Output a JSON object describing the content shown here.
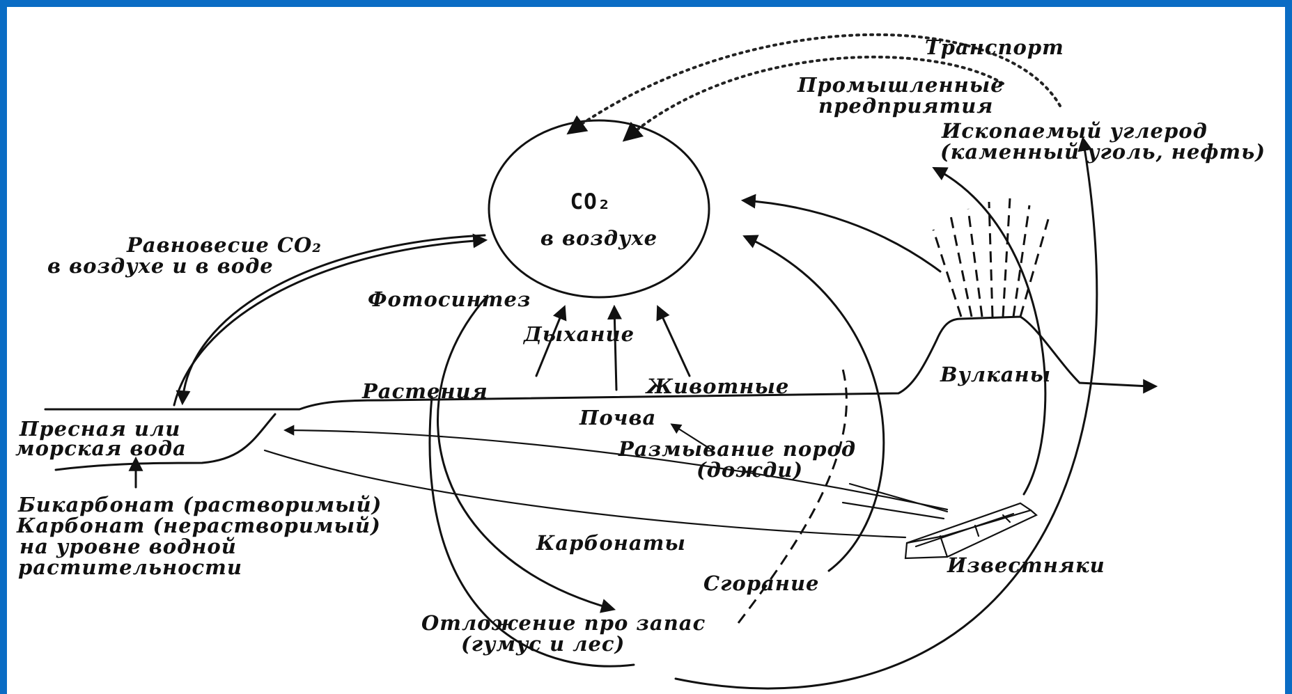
{
  "colors": {
    "frame": "#0a6cc4",
    "background": "#ffffff",
    "ink": "#111111"
  },
  "labels": {
    "transport": "Транспорт",
    "industry_1": "Промышленные",
    "industry_2": "предприятия",
    "fossil_1": "Ископаемый углерод",
    "fossil_2": "(каменный уголь, нефть)",
    "co2_center_1": "CO₂",
    "co2_center_2": "в воздухе",
    "balance_1": "Равновесие CO₂",
    "balance_2": "в воздухе и в воде",
    "photosynthesis": "Фотосинтез",
    "respiration": "Дыхание",
    "plants": "Растения",
    "animals": "Животные",
    "volcanoes": "Вулканы",
    "soil": "Почва",
    "water_1": "Пресная или",
    "water_2": "морская вода",
    "erosion_1": "Размывание пород",
    "erosion_2": "(дожди)",
    "bicarb_1": "Бикарбонат (растворимый)",
    "bicarb_2": "Карбонат (нерастворимый)",
    "bicarb_3": "на уровне водной",
    "bicarb_4": "растительности",
    "carbonates": "Карбонаты",
    "limestone": "Известняки",
    "combustion": "Сгорание",
    "deposit_1": "Отложение про запас",
    "deposit_2": "(гумус и лес)"
  }
}
